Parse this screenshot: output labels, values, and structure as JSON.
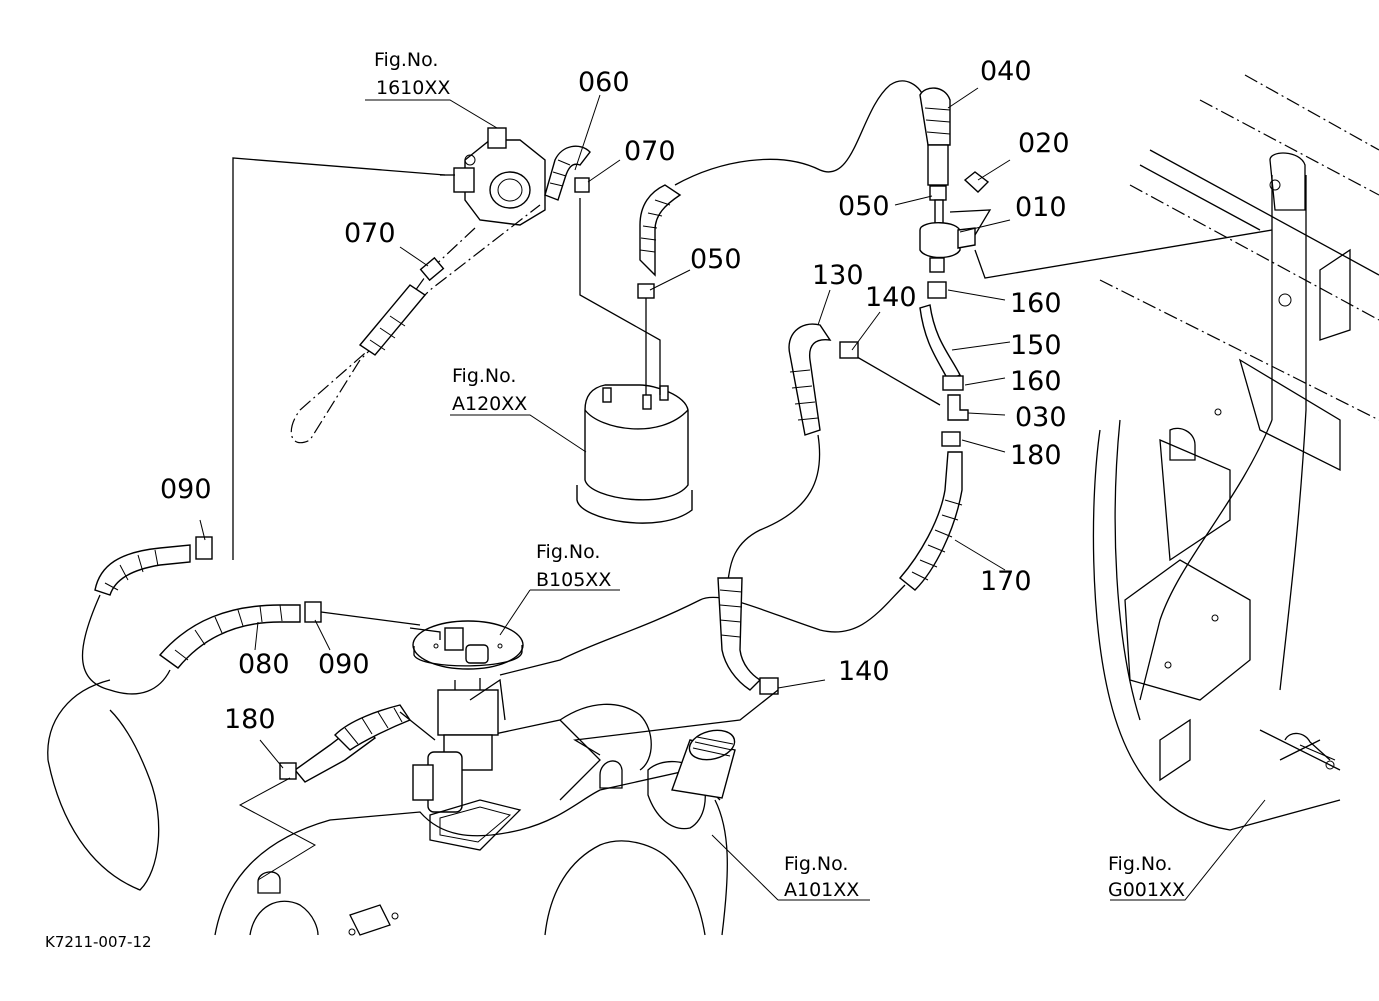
{
  "drawing_code": "K7211-007-12",
  "fig_refs": [
    {
      "id": "fig-1610",
      "caption": "Fig.No.",
      "number": "1610XX"
    },
    {
      "id": "fig-a120",
      "caption": "Fig.No.",
      "number": "A120XX"
    },
    {
      "id": "fig-b105",
      "caption": "Fig.No.",
      "number": "B105XX"
    },
    {
      "id": "fig-a101",
      "caption": "Fig.No.",
      "number": "A101XX"
    },
    {
      "id": "fig-g001",
      "caption": "Fig.No.",
      "number": "G001XX"
    }
  ],
  "callouts": [
    "060",
    "070",
    "040",
    "020",
    "050",
    "010",
    "070",
    "130",
    "140",
    "050",
    "160",
    "150",
    "160",
    "030",
    "180",
    "090",
    "170",
    "080",
    "090",
    "140",
    "180"
  ]
}
